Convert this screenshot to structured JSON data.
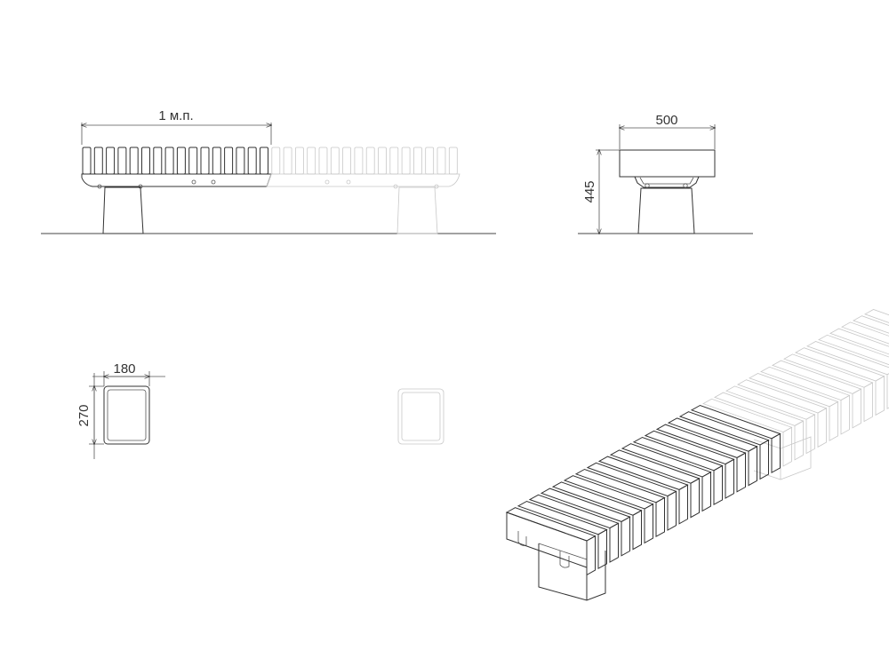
{
  "dimensions": {
    "run_length": "1 м.п.",
    "depth": "500",
    "height": "445",
    "leg_width": "180",
    "leg_depth": "270"
  },
  "colors": {
    "line": "#333333",
    "ghost": "#c8c8c8",
    "background": "#ffffff"
  }
}
